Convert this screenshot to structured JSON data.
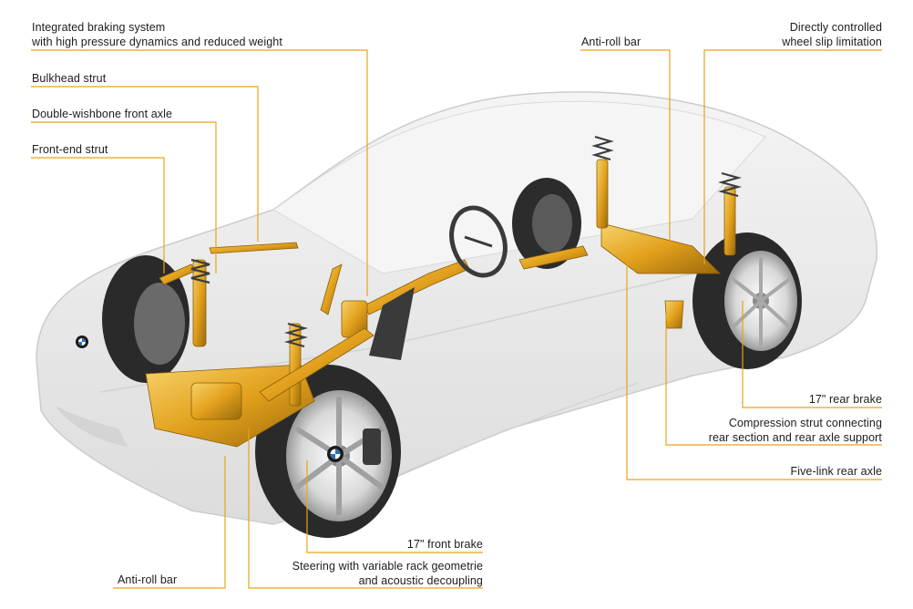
{
  "labels": {
    "braking_line1": "Integrated braking system",
    "braking_line2": "with high pressure dynamics and reduced weight",
    "bulkhead_strut": "Bulkhead strut",
    "double_wishbone": "Double-wishbone front axle",
    "front_end_strut": "Front-end strut",
    "anti_roll_bar_rear": "Anti-roll bar",
    "slip_line1": "Directly controlled",
    "slip_line2": "wheel slip limitation",
    "rear_brake": "17\" rear brake",
    "compression_line1": "Compression strut connecting",
    "compression_line2": "rear section and rear axle support",
    "five_link": "Five-link rear axle",
    "front_brake": "17\" front brake",
    "steering_line1": "Steering with variable rack geometrie",
    "steering_line2": "and acoustic decoupling",
    "anti_roll_bar_front": "Anti-roll bar"
  },
  "colors": {
    "accent": "#e8a317",
    "leader": "#e8a317",
    "car_body": "#e9e9e9",
    "tire": "#2a2a2a",
    "background": "#ffffff"
  },
  "icons": [
    "bmw-logo-icon"
  ]
}
